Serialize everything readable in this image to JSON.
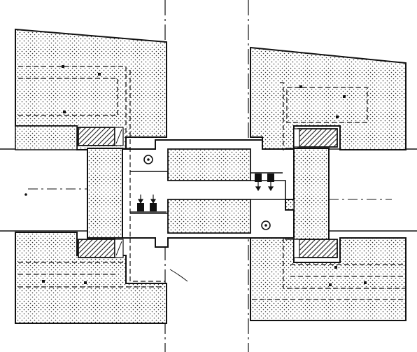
{
  "diagram": {
    "type": "technical-cross-section",
    "colors": {
      "background": "#ffffff",
      "ink": "#111111",
      "stipple_dot": "#333333",
      "hatch": "#222222",
      "seal_fill": "#555555"
    },
    "icons": [
      "lock-block-pair",
      "down-arrow-icon",
      "bolt-circle-icon",
      "hatched-seal-block"
    ]
  }
}
